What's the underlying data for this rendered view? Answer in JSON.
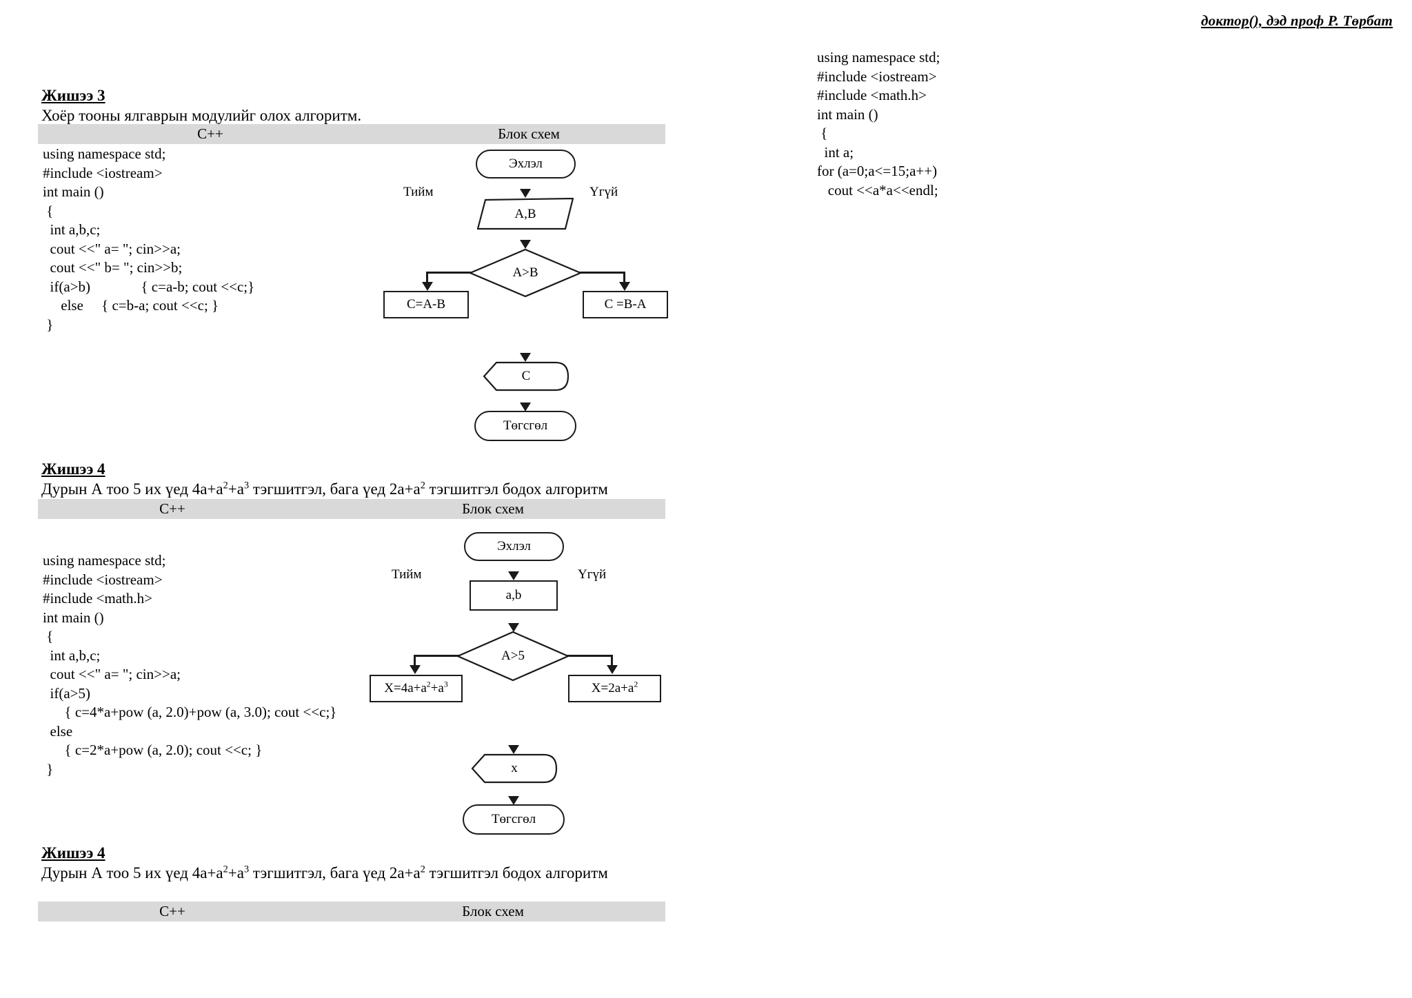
{
  "header": {
    "author": "доктор(), дэд проф  Р. Төрбат"
  },
  "example3": {
    "title": "Жишээ 3",
    "description": "Хоёр тооны ялгаврын модулийг олох алгоритм.",
    "col_cpp": "C++",
    "col_flow": "Блок схем",
    "code": "using namespace std;\n#include <iostream>\nint main ()\n {\n  int a,b,c;\n  cout <<\" a= \"; cin>>a;\n  cout <<\" b= \"; cin>>b;\n  if(a>b)              { c=a-b; cout <<c;}\n     else     { c=b-a; cout <<c; }\n }",
    "flow": {
      "start": "Эхлэл",
      "input": "A,B",
      "decision": "A>B",
      "yes_label": "Тийм",
      "no_label": "Үгүй",
      "yes_box": "C=A-B",
      "no_box": "C =B-A",
      "output": "C",
      "end": "Төгсгөл"
    }
  },
  "example4": {
    "title": "Жишээ 4",
    "description_parts": {
      "p1": "Дурын А тоо 5 их үед 4a+a",
      "sup1": "2",
      "p2": "+a",
      "sup2": "3",
      "p3": " тэгшитгэл, бага үед 2a+a",
      "sup3": "2",
      "p4": " тэгшитгэл бодох алгоритм"
    },
    "col_cpp": "C++",
    "col_flow": "Блок схем",
    "code": "using namespace std;\n#include <iostream>\n#include <math.h>\nint main ()\n {\n  int a,b,c;\n  cout <<\" a= \"; cin>>a;\n  if(a>5)\n      { c=4*a+pow (a, 2.0)+pow (a, 3.0); cout <<c;}\n  else\n      { c=2*a+pow (a, 2.0); cout <<c; }\n }",
    "flow": {
      "start": "Эхлэл",
      "input": "a,b",
      "decision": "A>5",
      "yes_label": "Тийм",
      "no_label": "Үгүй",
      "yes_box_parts": {
        "base1": "X=4a+a",
        "sup1": "2",
        "base2": "+a",
        "sup2": "3"
      },
      "no_box_parts": {
        "base1": "X=2a+a",
        "sup1": "2"
      },
      "output": "x",
      "end": "Төгсгөл"
    }
  },
  "example4b": {
    "title": "Жишээ 4",
    "description_parts": {
      "p1": "Дурын А тоо 5 их үед 4a+a",
      "sup1": "2",
      "p2": "+a",
      "sup2": "3",
      "p3": " тэгшитгэл, бага үед 2a+a",
      "sup3": "2",
      "p4": " тэгшитгэл бодох алгоритм"
    },
    "col_cpp": "C++",
    "col_flow": "Блок схем"
  },
  "side_code": {
    "text": "using namespace std;\n#include <iostream>\n#include <math.h>\nint main ()\n {\n  int a;\nfor (a=0;a<=15;a++)\n   cout <<a*a<<endl;"
  },
  "colors": {
    "band": "#d9d9d9",
    "stroke": "#1a1a1a",
    "text": "#000000"
  }
}
